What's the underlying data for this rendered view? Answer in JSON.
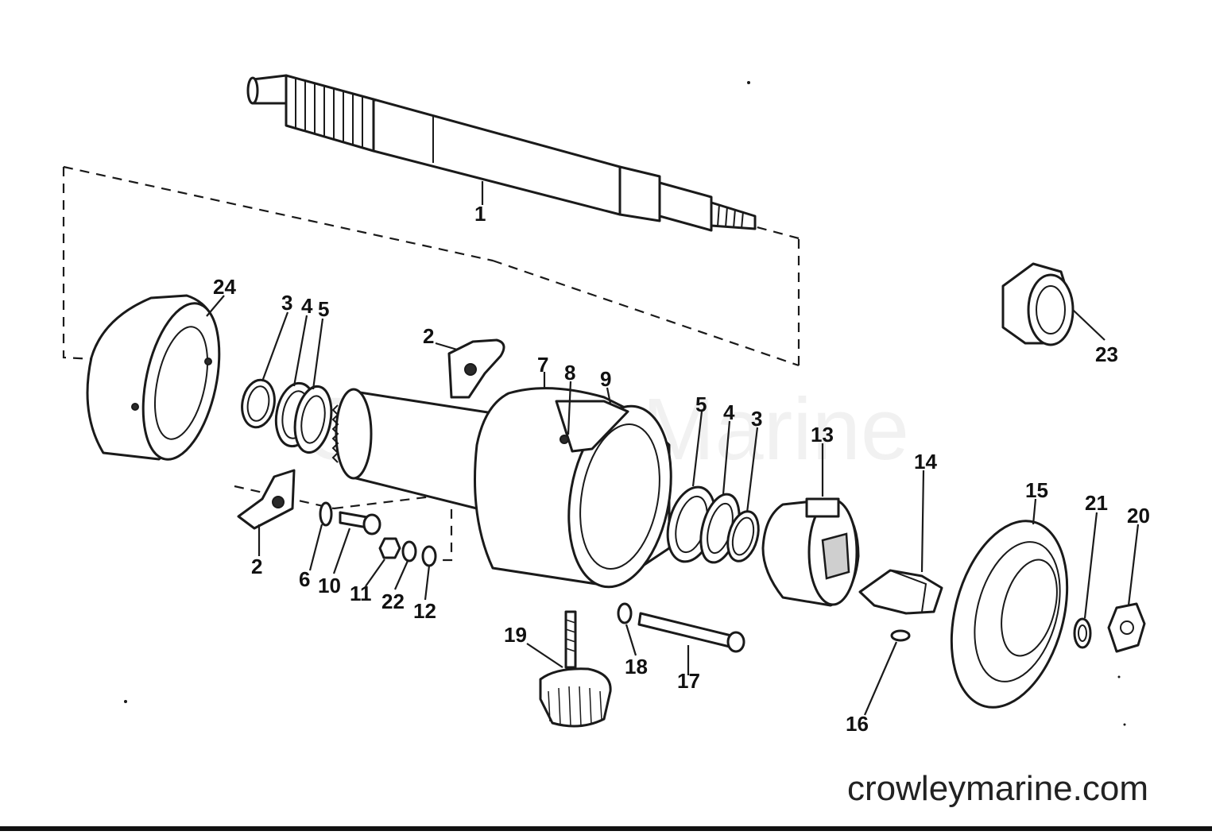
{
  "diagram": {
    "watermark": "Crowley Marine",
    "site": "crowleymarine.com",
    "callouts": [
      "1",
      "2",
      "3",
      "4",
      "5",
      "2",
      "6",
      "10",
      "11",
      "22",
      "12",
      "7",
      "8",
      "9",
      "5",
      "4",
      "3",
      "13",
      "14",
      "15",
      "21",
      "20",
      "23",
      "24",
      "19",
      "18",
      "17",
      "16"
    ],
    "parts": [
      "propeller-shaft",
      "thrust-bushing",
      "ring",
      "shim",
      "washer",
      "clutch-dog-assembly",
      "bearing-housing",
      "seal",
      "spring",
      "screw",
      "nut",
      "washer",
      "cam-follower",
      "shift-lever",
      "rear-bearing-housing",
      "lock-washer",
      "pin",
      "washer",
      "shift-knob",
      "nut",
      "lock-washer",
      "washer",
      "bearing",
      "front-bearing-housing"
    ]
  }
}
